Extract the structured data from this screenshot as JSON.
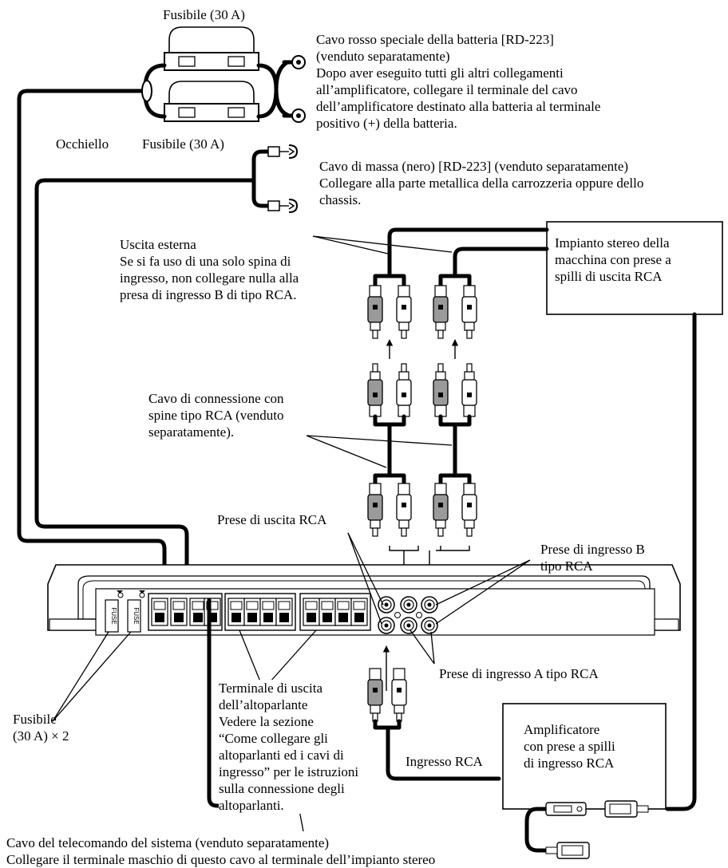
{
  "labels": {
    "fuse_top": "Fusibile (30 A)",
    "fuse_mid": "Fusibile (30 A)",
    "grommet": "Occhiello",
    "battery_cable": "Cavo rosso speciale della batteria [RD-223]\n(venduto separatamente)\nDopo aver eseguito tutti gli altri collegamenti\nall’amplificatore, collegare il terminale del cavo\ndell’amplificatore destinato alla batteria al terminale\npositivo (+) della batteria.",
    "ground_cable": "Cavo di massa (nero) [RD-223] (venduto separatamente)\nCollegare alla parte metallica della carrozzeria oppure dello\nchassis.",
    "ext_output": "Uscita esterna\nSe si fa uso di una solo spina di\ningresso, non collegare nulla alla\npresa di ingresso B di tipo RCA.",
    "head_unit": "Impianto stereo della\nmacchina con prese a\nspilli di uscita RCA",
    "rca_cable": "Cavo di connessione con\nspine tipo RCA (venduto\nseparatamente).",
    "rca_out_jacks": "Prese di uscita RCA",
    "rca_in_b": "Prese di ingresso B\ntipo RCA",
    "rca_in_a": "Prese di ingresso A tipo RCA",
    "speaker_terminal": "Terminale di uscita\ndell’altoparlante\nVedere la sezione\n“Come collegare gli\naltoparlanti ed i cavi di\ningresso” per le istruzioni\nsulla connessione degli\naltoparlanti.",
    "fuse_count": "Fusibile\n(30 A) × 2",
    "ext_amp": "Amplificatore\ncon prese a spilli\ndi ingresso RCA",
    "rca_input": "Ingresso RCA",
    "remote_cable": "Cavo del telecomando del sistema (venduto separatamente)\nCollegare il terminale maschio di questo cavo al terminale dell’impianto stereo"
  },
  "fuse_panel_text": "FUSE"
}
